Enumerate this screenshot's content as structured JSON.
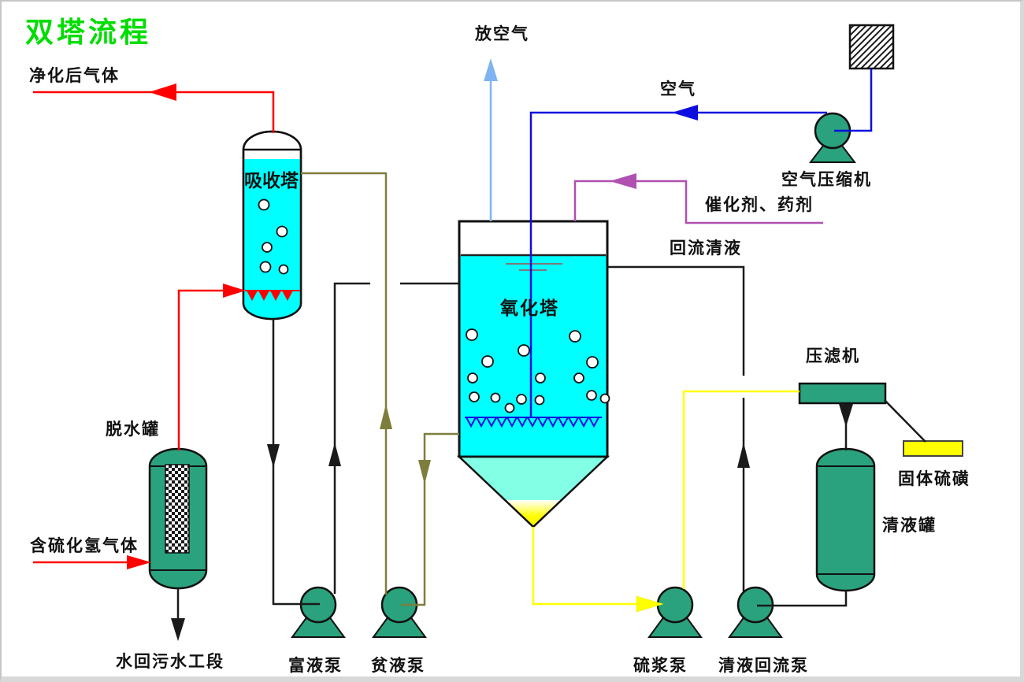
{
  "title": "双塔流程",
  "labels": {
    "purified_gas": "净化后气体",
    "vent_air": "放空气",
    "air": "空气",
    "air_compressor": "空气压缩机",
    "catalyst_agent": "催化剂、药剂",
    "reflux_clear_liquid": "回流清液",
    "absorption_tower": "吸收塔",
    "oxidation_tower": "氧化塔",
    "dehydration_tank": "脱水罐",
    "h2s_gas": "含硫化氢气体",
    "water_to_sewage": "水回污水工段",
    "rich_liquid_pump": "富液泵",
    "lean_liquid_pump": "贫液泵",
    "sulfur_slurry_pump": "硫浆泵",
    "clear_liquid_reflux_pump": "清液回流泵",
    "filter_press": "压滤机",
    "solid_sulfur": "固体硫磺",
    "clear_liquid_tank": "清液罐"
  },
  "colors": {
    "title_green": "#00dd00",
    "vessel_cyan": "#00ffff",
    "cone_pale_cyan": "#82ffe4",
    "equipment_teal": "#2aa27d",
    "pipe_red": "#ff0000",
    "pipe_dark_blue": "#0d0de0",
    "pipe_light_blue": "#7fb4f2",
    "pipe_purple": "#b050b0",
    "pipe_olive": "#7e7e3c",
    "pipe_yellow": "#ffff00",
    "pipe_black": "#1a1a1a",
    "solid_sulfur_yellow": "#ffff00"
  }
}
